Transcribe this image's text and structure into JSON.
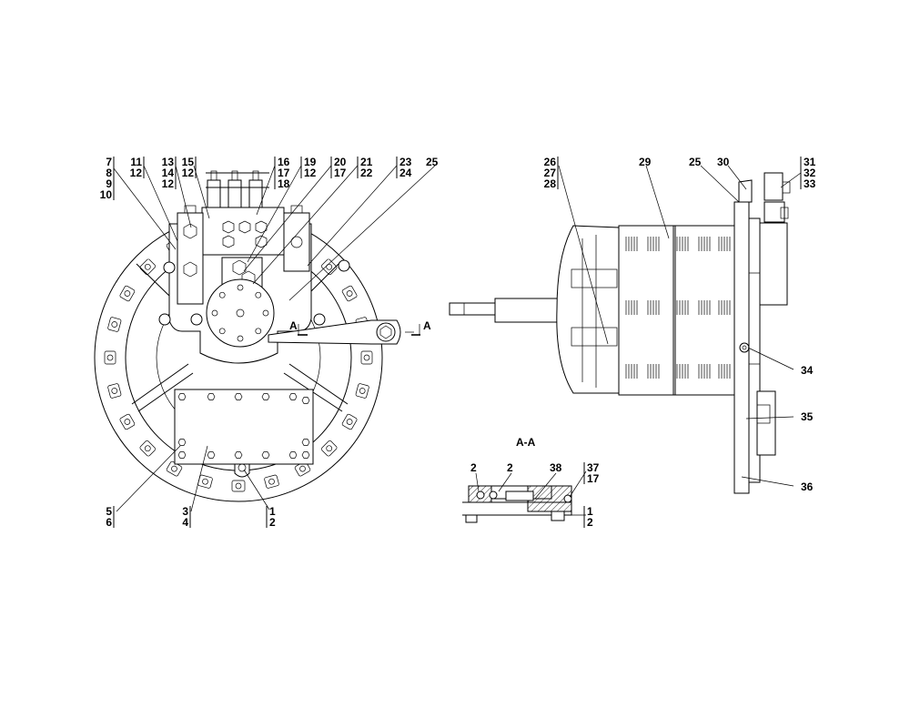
{
  "section_title": "A-A",
  "section_marks": {
    "left": "A",
    "right": "A"
  },
  "callouts": {
    "c_7_10": [
      "7",
      "8",
      "9",
      "10"
    ],
    "c_11": [
      "11",
      "12"
    ],
    "c_13": [
      "13",
      "14",
      "12"
    ],
    "c_15": [
      "15",
      "12"
    ],
    "c_16": [
      "16",
      "17",
      "18"
    ],
    "c_19": [
      "19",
      "12"
    ],
    "c_20": [
      "20",
      "17"
    ],
    "c_21": [
      "21",
      "22"
    ],
    "c_23": [
      "23",
      "24"
    ],
    "c_25a": [
      "25"
    ],
    "c_5": [
      "5",
      "6"
    ],
    "c_3": [
      "3",
      "4"
    ],
    "c_1a": [
      "1",
      "2"
    ],
    "c_26": [
      "26",
      "27",
      "28"
    ],
    "c_29": [
      "29"
    ],
    "c_25b": [
      "25"
    ],
    "c_30": [
      "30"
    ],
    "c_31": [
      "31",
      "32",
      "33"
    ],
    "c_34": [
      "34"
    ],
    "c_35": [
      "35"
    ],
    "c_36": [
      "36"
    ],
    "c_2a": [
      "2"
    ],
    "c_2b": [
      "2"
    ],
    "c_38": [
      "38"
    ],
    "c_37": [
      "37",
      "17"
    ],
    "c_1b": [
      "1",
      "2"
    ]
  }
}
